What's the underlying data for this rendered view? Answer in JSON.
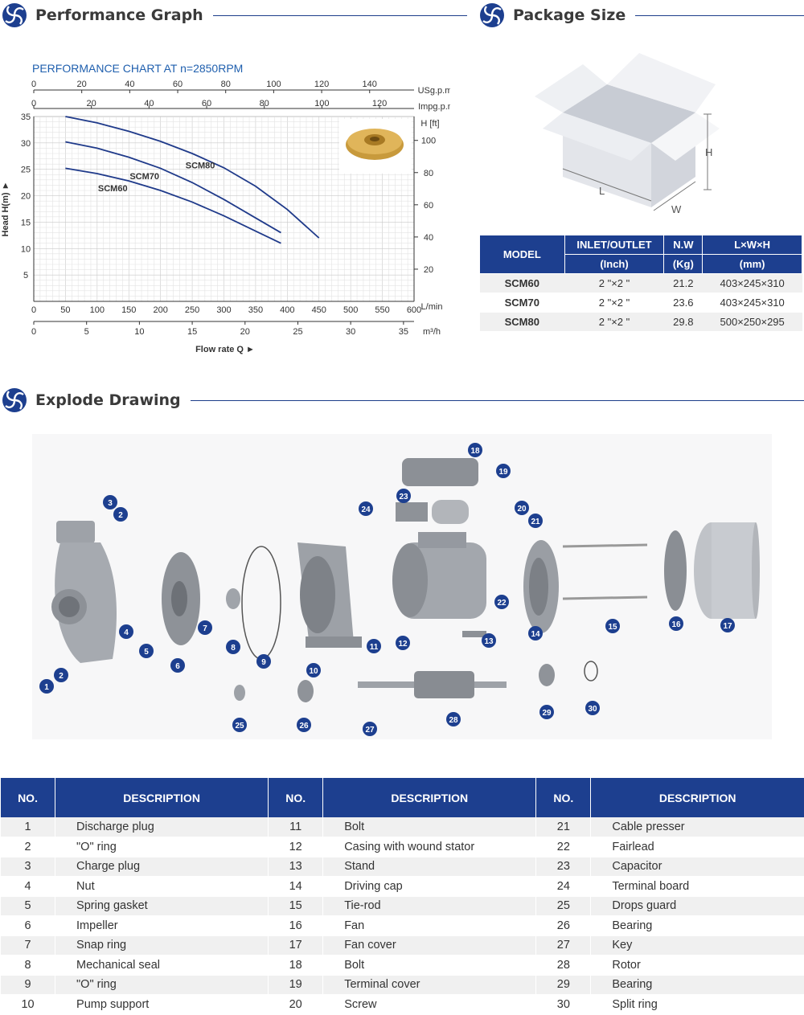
{
  "sections": {
    "performance": "Performance Graph",
    "package": "Package Size",
    "explode": "Explode Drawing"
  },
  "chart_data": {
    "type": "line",
    "title": "PERFORMANCE CHART AT n=2850RPM",
    "xlabel": "Flow rate Q ►",
    "ylabel": "Head H(m) ►",
    "x_unit": "L/min",
    "xlim": [
      0,
      600
    ],
    "ylim": [
      0,
      35
    ],
    "x_ticks": [
      0,
      50,
      100,
      150,
      200,
      250,
      300,
      350,
      400,
      450,
      500,
      550,
      600
    ],
    "y_ticks": [
      5,
      10,
      15,
      20,
      25,
      30,
      35
    ],
    "secondary_axes": {
      "usgpm": {
        "label": "USg.p.m",
        "ticks": [
          0,
          20,
          40,
          60,
          80,
          100,
          120,
          140
        ]
      },
      "impgpm": {
        "label": "Impg.p.m",
        "ticks": [
          0,
          20,
          40,
          60,
          80,
          100,
          120
        ]
      },
      "m3h": {
        "label": "m³/h",
        "ticks": [
          0,
          5,
          10,
          15,
          20,
          25,
          30,
          35
        ]
      },
      "hft": {
        "label": "H [ft]",
        "ticks": [
          20,
          40,
          60,
          80,
          100
        ]
      }
    },
    "grid": true,
    "series": [
      {
        "name": "SCM60",
        "x": [
          50,
          100,
          150,
          200,
          250,
          300,
          350,
          390
        ],
        "y": [
          25.2,
          24.2,
          22.8,
          21,
          18.8,
          16.2,
          13.3,
          11
        ]
      },
      {
        "name": "SCM70",
        "x": [
          50,
          100,
          150,
          200,
          250,
          300,
          350,
          390
        ],
        "y": [
          30.2,
          29,
          27.3,
          25.2,
          22.5,
          19.3,
          15.8,
          13
        ]
      },
      {
        "name": "SCM80",
        "x": [
          50,
          100,
          150,
          200,
          250,
          300,
          350,
          400,
          450
        ],
        "y": [
          35,
          33.8,
          32.2,
          30.3,
          28,
          25.3,
          21.8,
          17.4,
          12
        ]
      }
    ]
  },
  "box_labels": {
    "h": "H",
    "l": "L",
    "w": "W"
  },
  "package_table": {
    "headers": {
      "model": "MODEL",
      "inlet": "INLET/OUTLET",
      "inlet_unit": "(Inch)",
      "nw": "N.W",
      "nw_unit": "(Kg)",
      "dims": "L×W×H",
      "dims_unit": "(mm)"
    },
    "rows": [
      {
        "model": "SCM60",
        "inlet": "2 \"×2 \"",
        "nw": "21.2",
        "dims": "403×245×310"
      },
      {
        "model": "SCM70",
        "inlet": "2 \"×2 \"",
        "nw": "23.6",
        "dims": "403×245×310"
      },
      {
        "model": "SCM80",
        "inlet": "2 \"×2 \"",
        "nw": "29.8",
        "dims": "500×250×295"
      }
    ]
  },
  "parts_table": {
    "headers": {
      "no": "NO.",
      "desc": "DESCRIPTION"
    },
    "rows": [
      [
        {
          "no": "1",
          "desc": "Discharge plug"
        },
        {
          "no": "11",
          "desc": "Bolt"
        },
        {
          "no": "21",
          "desc": "Cable presser"
        }
      ],
      [
        {
          "no": "2",
          "desc": "\"O\" ring"
        },
        {
          "no": "12",
          "desc": "Casing with wound stator"
        },
        {
          "no": "22",
          "desc": "Fairlead"
        }
      ],
      [
        {
          "no": "3",
          "desc": "Charge plug"
        },
        {
          "no": "13",
          "desc": "Stand"
        },
        {
          "no": "23",
          "desc": "Capacitor"
        }
      ],
      [
        {
          "no": "4",
          "desc": "Nut"
        },
        {
          "no": "14",
          "desc": "Driving cap"
        },
        {
          "no": "24",
          "desc": "Terminal board"
        }
      ],
      [
        {
          "no": "5",
          "desc": "Spring gasket"
        },
        {
          "no": "15",
          "desc": "Tie-rod"
        },
        {
          "no": "25",
          "desc": "Drops guard"
        }
      ],
      [
        {
          "no": "6",
          "desc": "Impeller"
        },
        {
          "no": "16",
          "desc": "Fan"
        },
        {
          "no": "26",
          "desc": "Bearing"
        }
      ],
      [
        {
          "no": "7",
          "desc": "Snap ring"
        },
        {
          "no": "17",
          "desc": "Fan cover"
        },
        {
          "no": "27",
          "desc": "Key"
        }
      ],
      [
        {
          "no": "8",
          "desc": "Mechanical seal"
        },
        {
          "no": "18",
          "desc": "Bolt"
        },
        {
          "no": "28",
          "desc": "Rotor"
        }
      ],
      [
        {
          "no": "9",
          "desc": "\"O\" ring"
        },
        {
          "no": "19",
          "desc": "Terminal cover"
        },
        {
          "no": "29",
          "desc": "Bearing"
        }
      ],
      [
        {
          "no": "10",
          "desc": "Pump support"
        },
        {
          "no": "20",
          "desc": "Screw"
        },
        {
          "no": "30",
          "desc": "Split ring"
        }
      ]
    ]
  },
  "callouts": [
    "1",
    "2",
    "3",
    "2",
    "4",
    "5",
    "6",
    "7",
    "8",
    "9",
    "10",
    "11",
    "12",
    "13",
    "14",
    "15",
    "16",
    "17",
    "18",
    "19",
    "20",
    "21",
    "22",
    "23",
    "24",
    "25",
    "26",
    "27",
    "28",
    "29",
    "30"
  ],
  "colors": {
    "brand": "#1d3f8f",
    "curve": "#1f3a8a",
    "title": "#1f5fae",
    "row_alt": "#f0f0f0"
  }
}
